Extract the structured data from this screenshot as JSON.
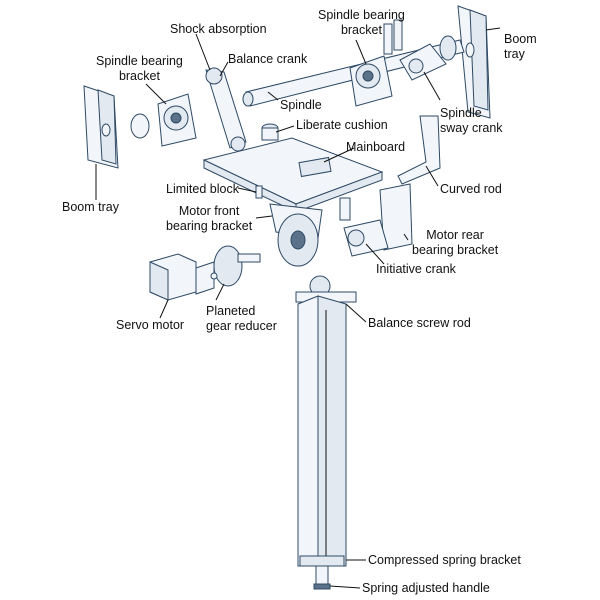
{
  "labels": {
    "shock_absorption": "Shock absorption",
    "spindle_bearing_bracket_top": "Spindle bearing\nbracket",
    "boom_tray_right": "Boom\ntray",
    "spindle_bearing_bracket_left": "Spindle bearing\nbracket",
    "balance_crank": "Balance crank",
    "spindle": "Spindle",
    "spindle_sway_crank": "Spindle\nsway crank",
    "liberate_cushion": "Liberate cushion",
    "mainboard": "Mainboard",
    "boom_tray_left": "Boom tray",
    "curved_rod": "Curved rod",
    "limited_block": "Limited block",
    "motor_front_bearing_bracket": "Motor front\nbearing bracket",
    "motor_rear_bearing_bracket": "Motor rear\nbearing bracket",
    "initiative_crank": "Initiative crank",
    "servo_motor": "Servo motor",
    "planeted_gear_reducer": "Planeted\ngear reducer",
    "balance_screw_rod": "Balance screw rod",
    "compressed_spring_bracket": "Compressed spring bracket",
    "spring_adjusted_handle": "Spring adjusted handle"
  },
  "colors": {
    "outline": "#2f4a66",
    "fill_light": "#f2f5f9",
    "fill_mid": "#e3e9f0",
    "leader": "#111111"
  }
}
